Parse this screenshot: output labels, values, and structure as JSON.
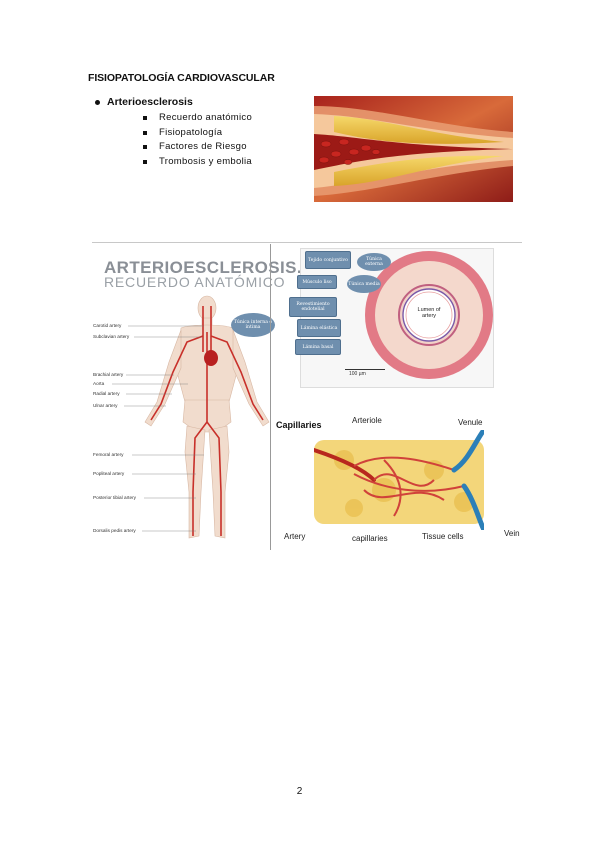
{
  "document": {
    "heading": "FISIOPATOLOGÍA CARDIOVASCULAR",
    "main_bullet": "Arterioesclerosis",
    "sub_items": [
      "Recuerdo anatómico",
      "Fisiopatología",
      "Factores de Riesgo",
      "Trombosis y embolia"
    ],
    "page_number": "2"
  },
  "figure": {
    "title_line1": "ARTERIOESCLEROSIS.",
    "title_line2": "RECUERDO ANATÓMICO",
    "body_labels": [
      "Carotid artery",
      "Subclavian artery",
      "Brachial artery",
      "Aorta",
      "Radial artery",
      "Ulnar artery",
      "Femoral artery",
      "Popliteal artery",
      "Posterior tibial artery",
      "Dorsalis pedis artery"
    ],
    "layer_boxes": [
      "Tejido conjuntivo",
      "Músculo liso",
      "Revestimiento endotelial",
      "Lámina elástica",
      "Lámina basal"
    ],
    "layer_ovals": [
      "Túnica externa",
      "Túnica media",
      "Túnica interna ó íntima"
    ],
    "lumen_label": "Lumen of artery",
    "scale_label": "100 µm",
    "capillaries_title": "Capillaries",
    "capillary_labels": [
      "Arteriole",
      "Venule",
      "Artery",
      "capillaries",
      "Tissue cells",
      "Vein"
    ]
  },
  "colors": {
    "box_fill": "#6f8fae",
    "artery_red": "#c8302a",
    "vein_blue": "#2b7fb8",
    "title_gray": "#8a8f96"
  }
}
